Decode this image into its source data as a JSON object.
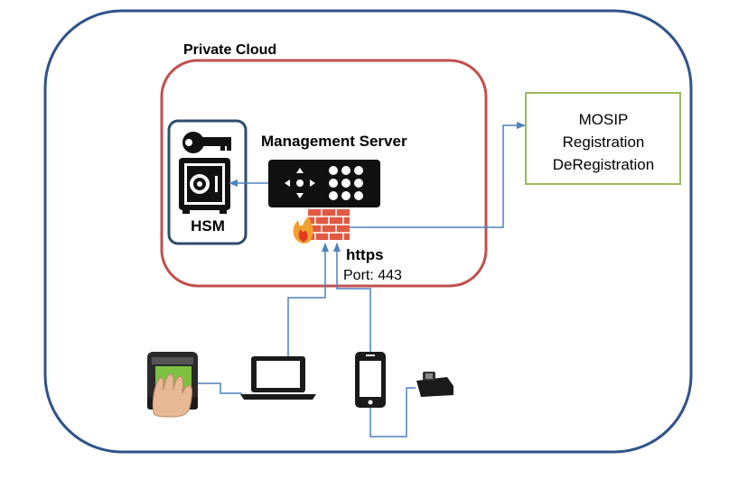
{
  "labels": {
    "private_cloud": "Private Cloud",
    "management_server": "Management Server",
    "hsm": "HSM",
    "https": "https",
    "port": "Port: 443"
  },
  "mosip_box": {
    "lines": [
      "MOSIP",
      "Registration",
      "DeRegistration"
    ]
  },
  "colors": {
    "outer_border": "#2F5289",
    "private_cloud_border": "#C0504D",
    "hsm_border": "#2F4B6E",
    "mosip_border": "#9BBB59",
    "connector": "#4F81BD",
    "firewall_brick": "#E05A43",
    "device_dark": "#1A1A1A"
  },
  "icons": [
    "key-icon",
    "safe-icon",
    "server-panel-icon",
    "firewall-icon",
    "fingerprint-scanner-icon",
    "laptop-icon",
    "smartphone-icon",
    "fingerprint-reader-icon"
  ]
}
